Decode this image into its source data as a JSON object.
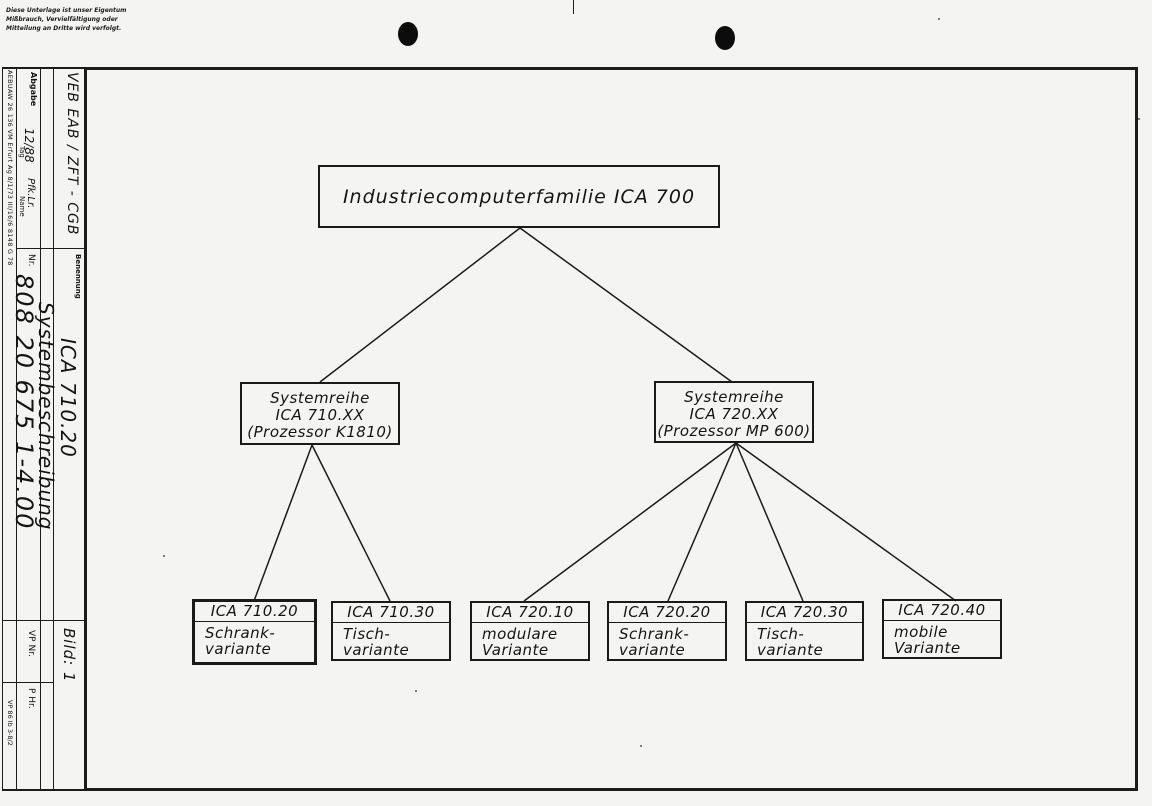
{
  "notice": {
    "line1": "Diese Unterlage ist unser Eigentum",
    "line2": "Mißbrauch, Vervielfältigung oder",
    "line3": "Mitteilung an Dritte wird verfolgt."
  },
  "title_block": {
    "company": "VEB EAB / ZFT - CGB",
    "abgabe_label": "Abgabe",
    "date": "12/88",
    "initials": "Pfk.Lr.",
    "tag_label": "Tag",
    "name_label": "Name",
    "benennung_label": "Benennung",
    "title_line1": "ICA 710.20",
    "title_line2": "Systembeschreibung",
    "nr_label": "Nr.",
    "doc_number": "808 20 675 1-4.00",
    "figure": "Bild: 1",
    "vp_label": "VP Nr.",
    "p_label": "P Hr.",
    "print_note": "AEBUAW 26 136 VM Erfurt Ag 8/1/73 III/16/6 8148 G 78",
    "print_note_bottom": "VP 86 Ib 3-8/2"
  },
  "diagram": {
    "root": "Industriecomputerfamilie ICA 700",
    "series": [
      {
        "line1": "Systemreihe",
        "line2": "ICA 710.XX",
        "line3": "(Prozessor K1810)"
      },
      {
        "line1": "Systemreihe",
        "line2": "ICA 720.XX",
        "line3": "(Prozessor MP 600)"
      }
    ],
    "variants": [
      {
        "code": "ICA 710.20",
        "line1": "Schrank-",
        "line2": "variante"
      },
      {
        "code": "ICA 710.30",
        "line1": "Tisch-",
        "line2": "variante"
      },
      {
        "code": "ICA 720.10",
        "line1": "modulare",
        "line2": "Variante"
      },
      {
        "code": "ICA 720.20",
        "line1": "Schrank-",
        "line2": "variante"
      },
      {
        "code": "ICA 720.30",
        "line1": "Tisch-",
        "line2": "variante"
      },
      {
        "code": "ICA 720.40",
        "line1": "mobile",
        "line2": "Variante"
      }
    ]
  }
}
